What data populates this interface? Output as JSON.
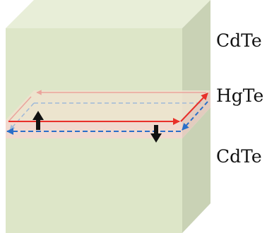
{
  "layers": [
    {
      "name": "top-cladding",
      "label": "CdTe"
    },
    {
      "name": "quantum-well",
      "label": "HgTe"
    },
    {
      "name": "bottom-cladding",
      "label": "CdTe"
    }
  ],
  "colors": {
    "cdte_front": "#dde6c8",
    "cdte_side": "#c9d2b5",
    "cdte_top": "#e8eed8",
    "hgte_front": "#f1d9cf",
    "hgte_side": "#e7ccbf",
    "hgte_top": "#f0dccf",
    "spin_up_edge": "#e8302a",
    "spin_down_edge": "#2a6fc9",
    "spin_arrow": "#111111"
  },
  "edge_states": [
    {
      "name": "edge-state-spin-up",
      "color_key": "spin_up_edge",
      "style": "solid",
      "spin": "up"
    },
    {
      "name": "edge-state-spin-down",
      "color_key": "spin_down_edge",
      "style": "dashed",
      "spin": "down"
    }
  ]
}
